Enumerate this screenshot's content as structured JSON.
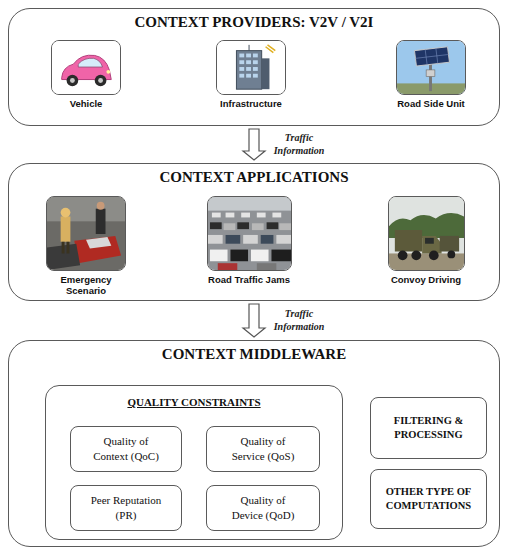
{
  "diagram": {
    "nodes": [
      {
        "text": [
          "CONTEXT PROVIDERS: V2V / V2I"
        ]
      },
      {
        "text": [
          "Vehicle"
        ],
        "in": 0
      },
      {
        "text": [
          "Infrastructure"
        ],
        "in": 0
      },
      {
        "text": [
          "Road Side Unit"
        ],
        "in": 0
      },
      {
        "text": [
          "CONTEXT APPLICATIONS"
        ]
      },
      {
        "text": [
          "Emergency Scenario"
        ],
        "in": 4
      },
      {
        "text": [
          "Road Traffic Jams"
        ],
        "in": 4
      },
      {
        "text": [
          "Convoy Driving"
        ],
        "in": 4
      },
      {
        "text": [
          "CONTEXT MIDDLEWARE"
        ]
      },
      {
        "text": [
          "QUALITY CONSTRAINTS"
        ],
        "in": 8
      },
      {
        "text": [
          "Quality of Context (QoC)"
        ],
        "in": 9
      },
      {
        "text": [
          "Quality of Service (QoS)"
        ],
        "in": 9
      },
      {
        "text": [
          "Peer Reputation (PR)"
        ],
        "in": 9
      },
      {
        "text": [
          "Quality of Device (QoD)"
        ],
        "in": 9
      },
      {
        "text": [
          "FILTERING & PROCESSING"
        ],
        "in": 8
      },
      {
        "text": [
          "OTHER TYPE OF COMPUTATIONS"
        ],
        "in": 8
      }
    ],
    "edges": [
      {
        "from": 0,
        "to": 4,
        "arrow": "to",
        "label": "Traffic Information"
      },
      {
        "from": 4,
        "to": 8,
        "arrow": "to",
        "label": "Traffic Information"
      }
    ]
  }
}
